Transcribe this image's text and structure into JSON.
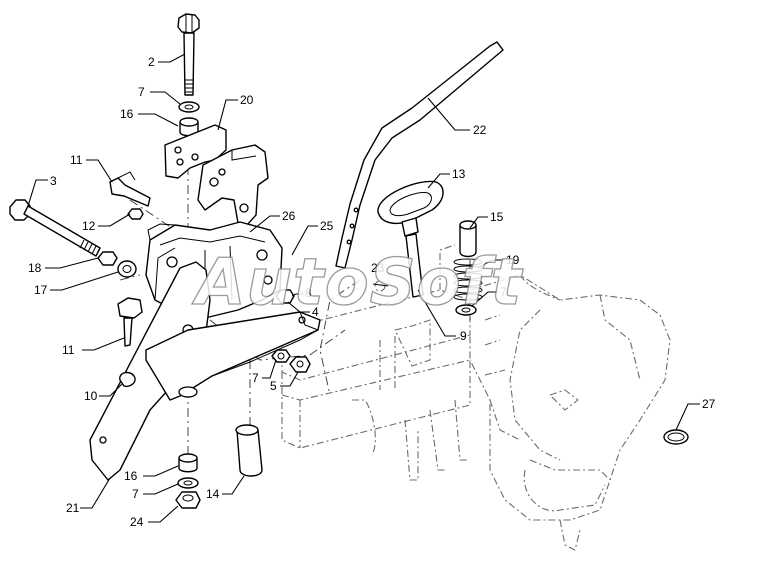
{
  "watermark": "AutoSoft",
  "callouts": [
    "2",
    "7",
    "16",
    "20",
    "11",
    "3",
    "12",
    "26",
    "25",
    "22",
    "13",
    "15",
    "19",
    "7",
    "9",
    "23",
    "8",
    "4",
    "18",
    "17",
    "11",
    "7",
    "5",
    "10",
    "27",
    "16",
    "7",
    "14",
    "21",
    "24"
  ]
}
